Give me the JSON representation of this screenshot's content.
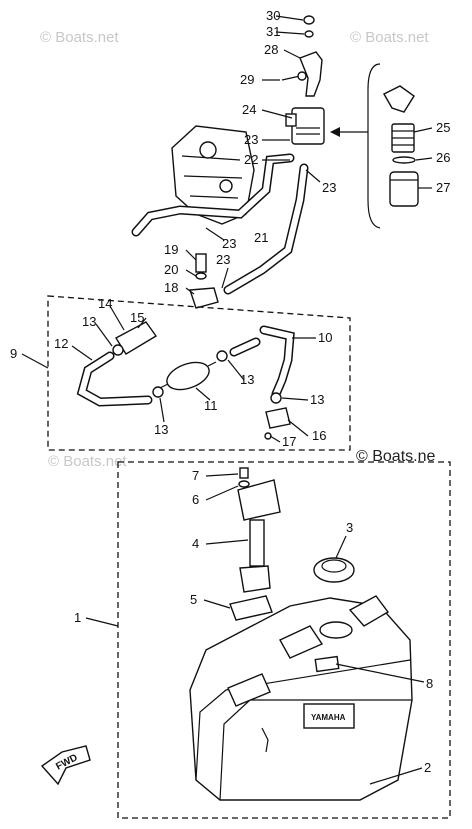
{
  "watermarks": {
    "top_left": "© Boats.net",
    "top_right": "© Boats.net",
    "middle_right": "© Boats.ne",
    "middle_faint": "© Boats.net"
  },
  "tank_label": {
    "brand": "YAMAHA",
    "fwd": "FWD"
  },
  "callouts": {
    "p1": "1",
    "p2": "2",
    "p3": "3",
    "p4": "4",
    "p5": "5",
    "p6": "6",
    "p7": "7",
    "p8": "8",
    "p9": "9",
    "p10": "10",
    "p11": "11",
    "p12": "12",
    "p13a": "13",
    "p13b": "13",
    "p13c": "13",
    "p13d": "13",
    "p14": "14",
    "p15": "15",
    "p16": "16",
    "p17": "17",
    "p18": "18",
    "p19": "19",
    "p20": "20",
    "p21": "21",
    "p22": "22",
    "p23a": "23",
    "p23b": "23",
    "p23c": "23",
    "p23d": "23",
    "p24": "24",
    "p25": "25",
    "p26": "26",
    "p27": "27",
    "p28": "28",
    "p29": "29",
    "p30": "30",
    "p31": "31"
  },
  "colors": {
    "ink": "#111111",
    "watermark": "#c8c8c8",
    "paper": "#ffffff"
  }
}
